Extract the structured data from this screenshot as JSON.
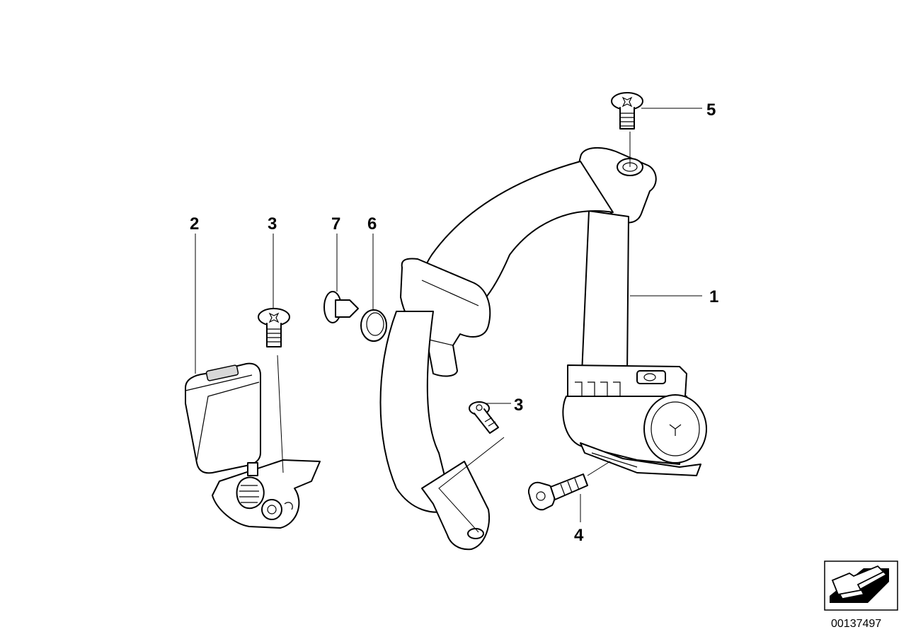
{
  "callouts": {
    "c1": "1",
    "c2": "2",
    "c3a": "3",
    "c3b": "3",
    "c4": "4",
    "c5": "5",
    "c6": "6",
    "c7": "7"
  },
  "reference_number": "00137497",
  "icons": {
    "orientation": "arrow-orientation-icon"
  }
}
